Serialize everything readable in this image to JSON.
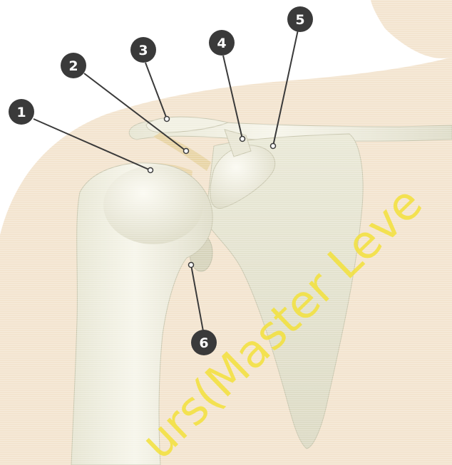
{
  "labels": [
    {
      "number": "1"
    },
    {
      "number": "2"
    },
    {
      "number": "3"
    },
    {
      "number": "4"
    },
    {
      "number": "5"
    },
    {
      "number": "6"
    }
  ],
  "watermark": {
    "text": "urs(Master Leve"
  },
  "colors": {
    "background": "#ffffff",
    "body_silhouette": "#f3e4cf",
    "bone": "#efeee0",
    "bone_shadow": "#d8d6c2",
    "ligament": "#e7d2a0",
    "badge": "#3a3a3a",
    "watermark": "#f2e03a"
  }
}
